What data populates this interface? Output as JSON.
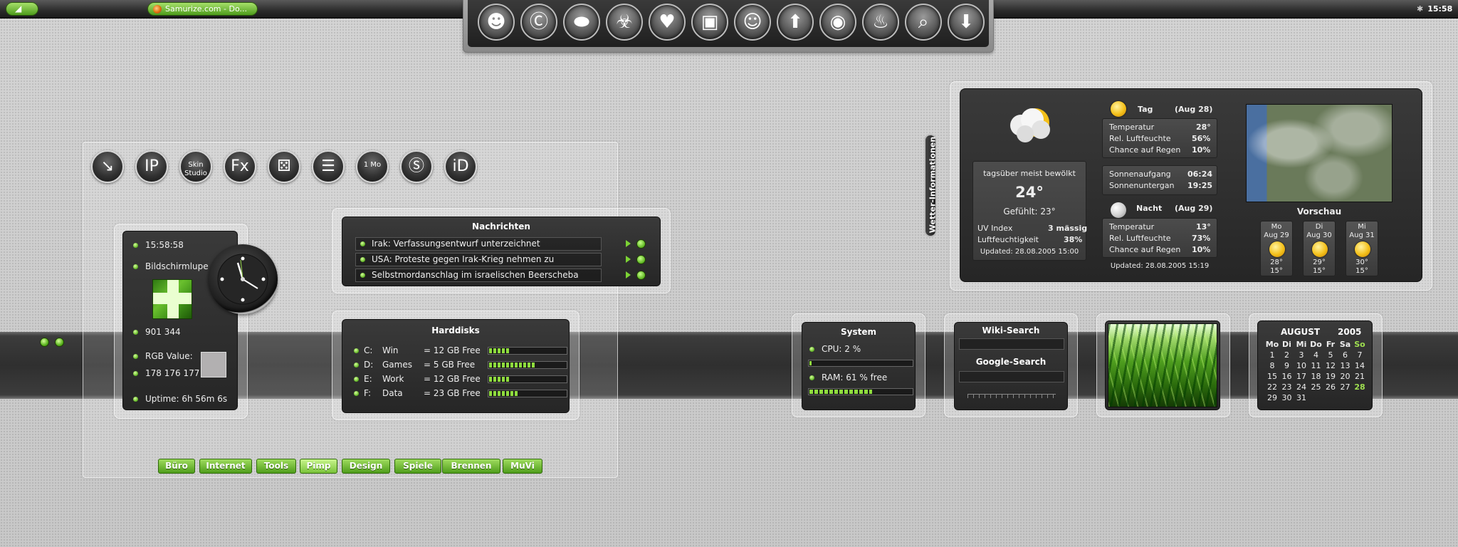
{
  "taskbar": {
    "start_icon": "start-orb-icon",
    "task_button": "Samurize.com - Do...",
    "clock": "15:58",
    "tray_icon": "speaker-icon"
  },
  "dock": {
    "icons": [
      "alien-icon",
      "copyleft-icon",
      "batman-icon",
      "biohazard-icon",
      "heart-icon",
      "id-card-icon",
      "smiley-icon",
      "up-arrow-icon",
      "cd-icon",
      "fire-icon",
      "search-icon",
      "down-arrow-icon"
    ]
  },
  "launcher": {
    "icons": [
      {
        "name": "shortcut-arrow-icon",
        "text": ""
      },
      {
        "name": "ip-icon",
        "text": ""
      },
      {
        "name": "skin-studio-icon",
        "text": "Skin Studio"
      },
      {
        "name": "fx-icon",
        "text": ""
      },
      {
        "name": "dice-icon",
        "text": ""
      },
      {
        "name": "equalizer-icon",
        "text": ""
      },
      {
        "name": "calendar-icon",
        "text": "1 Mo"
      },
      {
        "name": "samurize-icon",
        "text": ""
      },
      {
        "name": "id-icon",
        "text": ""
      }
    ],
    "tabs": [
      "Büro",
      "Internet",
      "Tools",
      "Pimp",
      "Design",
      "Spiele",
      "Brennen",
      "MuVi"
    ],
    "active_tab": "Pimp"
  },
  "info": {
    "time": "15:58:58",
    "magnifier_label": "Bildschirmlupe",
    "coords": "901  344",
    "rgb_label": "RGB Value:",
    "rgb_value": "178 176 177",
    "swatch_color": "#b2b0b1",
    "uptime": "Uptime: 6h 56m 6s"
  },
  "news": {
    "title": "Nachrichten",
    "items": [
      "Irak: Verfassungsentwurf unterzeichnet",
      "USA: Proteste gegen Irak-Krieg nehmen zu",
      "Selbstmordanschlag im israelischen Beerscheba"
    ]
  },
  "disks": {
    "title": "Harddisks",
    "rows": [
      {
        "letter": "C:",
        "name": "Win",
        "free": "= 12 GB Free",
        "fill": 0.28
      },
      {
        "letter": "D:",
        "name": "Games",
        "free": "= 5 GB Free",
        "fill": 0.6
      },
      {
        "letter": "E:",
        "name": "Work",
        "free": "= 12 GB Free",
        "fill": 0.28
      },
      {
        "letter": "F:",
        "name": "Data",
        "free": "= 23 GB Free",
        "fill": 0.38
      }
    ]
  },
  "system": {
    "title": "System",
    "cpu_label": "CPU:  2 %",
    "cpu_fill": 0.02,
    "ram_label": "RAM:  61 % free",
    "ram_fill": 0.61
  },
  "search": {
    "wiki_title": "Wiki-Search",
    "google_title": "Google-Search"
  },
  "calendar": {
    "month": "AUGUST",
    "year": "2005",
    "days": [
      "Mo",
      "Di",
      "Mi",
      "Do",
      "Fr",
      "Sa",
      "So"
    ],
    "weeks": [
      [
        "1",
        "2",
        "3",
        "4",
        "5",
        "6",
        "7"
      ],
      [
        "8",
        "9",
        "10",
        "11",
        "12",
        "13",
        "14"
      ],
      [
        "15",
        "16",
        "17",
        "18",
        "19",
        "20",
        "21"
      ],
      [
        "22",
        "23",
        "24",
        "25",
        "26",
        "27",
        "28"
      ],
      [
        "29",
        "30",
        "31",
        "",
        "",
        "",
        ""
      ]
    ],
    "today": "28",
    "highlight_color": "#9fe050"
  },
  "weather": {
    "tab_label": "Wetter-Informationen",
    "current": {
      "icon": "cloud-sun-icon",
      "desc": "tagsüber meist bewölkt",
      "temp": "24°",
      "feels": "Gefühlt: 23°",
      "uv_label": "UV Index",
      "uv_value": "3 mässig",
      "hum_label": "Luftfeuchtigkeit",
      "hum_value": "38%",
      "updated": "Updated: 28.08.2005 15:00"
    },
    "day": {
      "title": "Tag",
      "date": "(Aug 28)",
      "temp_label": "Temperatur",
      "temp": "28°",
      "hum_label": "Rel. Luftfeuchte",
      "hum": "56%",
      "rain_label": "Chance auf Regen",
      "rain": "10%"
    },
    "sun": {
      "rise_label": "Sonnenaufgang",
      "rise": "06:24",
      "set_label": "Sonnenuntergan",
      "set": "19:25"
    },
    "night": {
      "title": "Nacht",
      "date": "(Aug 29)",
      "temp_label": "Temperatur",
      "temp": "13°",
      "hum_label": "Rel. Luftfeuchte",
      "hum": "73%",
      "rain_label": "Chance auf Regen",
      "rain": "10%"
    },
    "updated2": "Updated: 28.08.2005 15:19",
    "forecast_title": "Vorschau",
    "forecast": [
      {
        "day": "Mo",
        "date": "Aug 29",
        "hi": "28°",
        "lo": "15°"
      },
      {
        "day": "Di",
        "date": "Aug 30",
        "hi": "29°",
        "lo": "15°"
      },
      {
        "day": "Mi",
        "date": "Aug 31",
        "hi": "30°",
        "lo": "15°"
      }
    ]
  }
}
